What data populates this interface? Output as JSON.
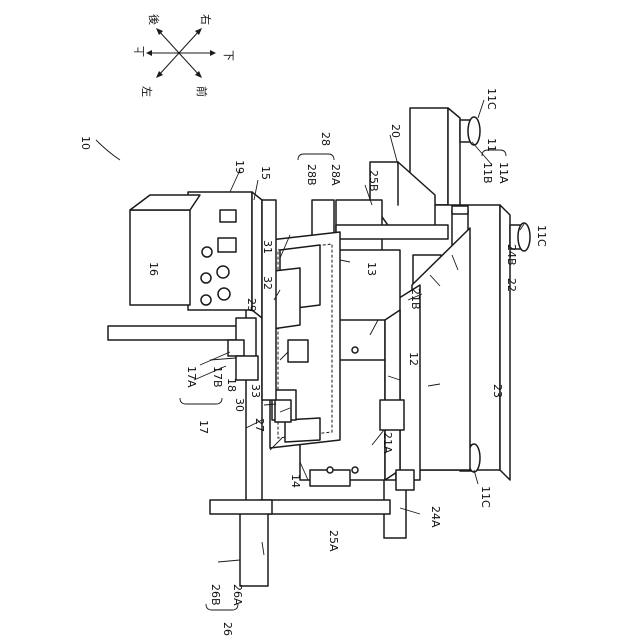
{
  "figure": {
    "ref_numbers": {
      "n10": "10",
      "n11": "11",
      "n11A": "11A",
      "n11B": "11B",
      "n11C_top": "11C",
      "n11C_mid": "11C",
      "n11C_bot": "11C",
      "n12": "12",
      "n13": "13",
      "n14": "14",
      "n15": "15",
      "n16": "16",
      "n17": "17",
      "n17A": "17A",
      "n17B": "17B",
      "n18": "18",
      "n19": "19",
      "n20": "20",
      "n21A": "21A",
      "n21B": "21B",
      "n22": "22",
      "n23": "23",
      "n24A": "24A",
      "n24B": "24B",
      "n25A": "25A",
      "n25B": "25B",
      "n26": "26",
      "n26A": "26A",
      "n26B": "26B",
      "n27": "27",
      "n28": "28",
      "n28A": "28A",
      "n28B": "28B",
      "n29": "29",
      "n30": "30",
      "n31": "31",
      "n32": "32",
      "n33": "33"
    },
    "compass": {
      "up": "上",
      "down": "下",
      "back": "後",
      "right": "右",
      "left": "左",
      "front": "前"
    }
  }
}
